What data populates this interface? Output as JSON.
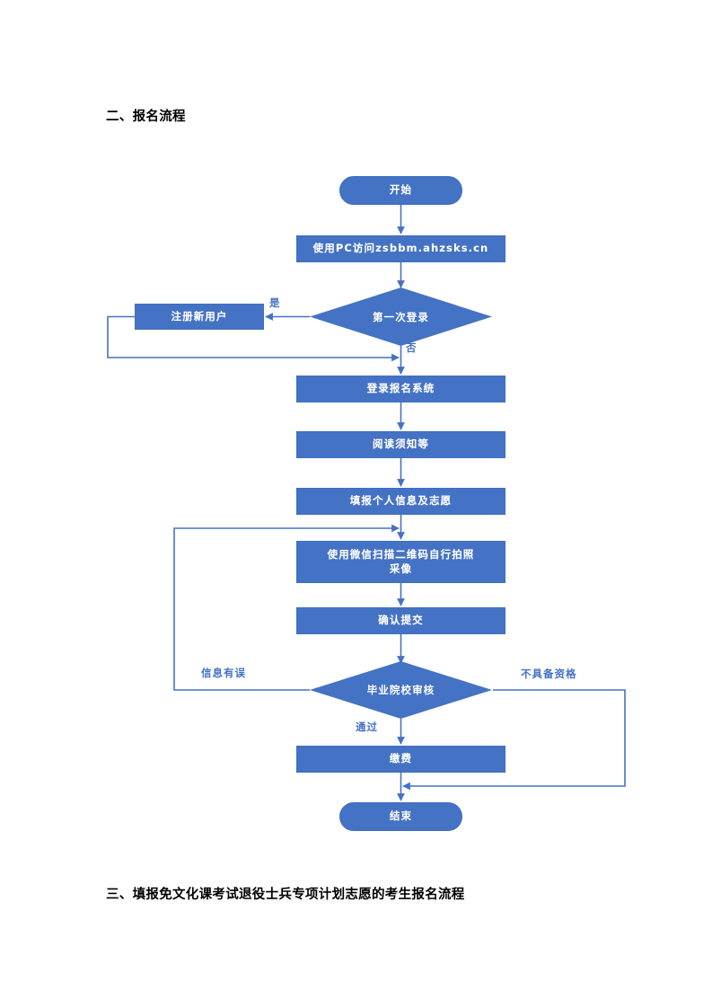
{
  "document": {
    "heading_top": "二、报名流程",
    "heading_bottom": "三、填报免文化课考试退役士兵专项计划志愿的考生报名流程"
  },
  "colors": {
    "node_fill": "#4472C4",
    "node_border": "#3F6FC0",
    "node_text": "#FFFFFF",
    "connector": "#4472C4",
    "edge_label": "#4472C4",
    "heading_text": "#000000",
    "page_background": "#FFFFFF"
  },
  "chart_data": {
    "type": "diagram",
    "title": "二、报名流程",
    "nodes": [
      {
        "id": "start",
        "shape": "terminator",
        "label": "开始"
      },
      {
        "id": "visit",
        "shape": "process",
        "label": "使用PC访问zsbbm.ahzsks.cn"
      },
      {
        "id": "first",
        "shape": "decision",
        "label": "第一次登录"
      },
      {
        "id": "register",
        "shape": "process",
        "label": "注册新用户"
      },
      {
        "id": "login",
        "shape": "process",
        "label": "登录报名系统"
      },
      {
        "id": "read",
        "shape": "process",
        "label": "阅读须知等"
      },
      {
        "id": "fill",
        "shape": "process",
        "label": "填报个人信息及志愿"
      },
      {
        "id": "photo",
        "shape": "process",
        "label": "使用微信扫描二维码自行拍照采像"
      },
      {
        "id": "confirm",
        "shape": "process",
        "label": "确认提交"
      },
      {
        "id": "audit",
        "shape": "decision",
        "label": "毕业院校审核"
      },
      {
        "id": "pay",
        "shape": "process",
        "label": "缴费"
      },
      {
        "id": "end",
        "shape": "terminator",
        "label": "结束"
      }
    ],
    "edges": [
      {
        "from": "start",
        "to": "visit",
        "label": ""
      },
      {
        "from": "visit",
        "to": "first",
        "label": ""
      },
      {
        "from": "first",
        "to": "register",
        "label": "是"
      },
      {
        "from": "first",
        "to": "login",
        "label": "否"
      },
      {
        "from": "register",
        "to": "login",
        "label": ""
      },
      {
        "from": "login",
        "to": "read",
        "label": ""
      },
      {
        "from": "read",
        "to": "fill",
        "label": ""
      },
      {
        "from": "fill",
        "to": "photo",
        "label": ""
      },
      {
        "from": "photo",
        "to": "confirm",
        "label": ""
      },
      {
        "from": "confirm",
        "to": "audit",
        "label": ""
      },
      {
        "from": "audit",
        "to": "photo",
        "label": "信息有误"
      },
      {
        "from": "audit",
        "to": "pay",
        "label": "通过"
      },
      {
        "from": "audit",
        "to": "end",
        "label": "不具备资格"
      },
      {
        "from": "pay",
        "to": "end",
        "label": ""
      }
    ]
  },
  "flow": {
    "node_start": "开始",
    "node_visit": "使用PC访问zsbbm.ahzsks.cn",
    "node_first_login": "第一次登录",
    "node_register": "注册新用户",
    "node_login_system": "登录报名系统",
    "node_read_notice": "阅读须知等",
    "node_fill_info": "填报个人信息及志愿",
    "node_photo_line1": "使用微信扫描二维码自行拍照",
    "node_photo_line2": "采像",
    "node_confirm": "确认提交",
    "node_audit": "毕业院校审核",
    "node_pay": "缴费",
    "node_end": "结束",
    "label_yes": "是",
    "label_no": "否",
    "label_info_error": "信息有误",
    "label_pass": "通过",
    "label_not_qualified": "不具备资格"
  }
}
